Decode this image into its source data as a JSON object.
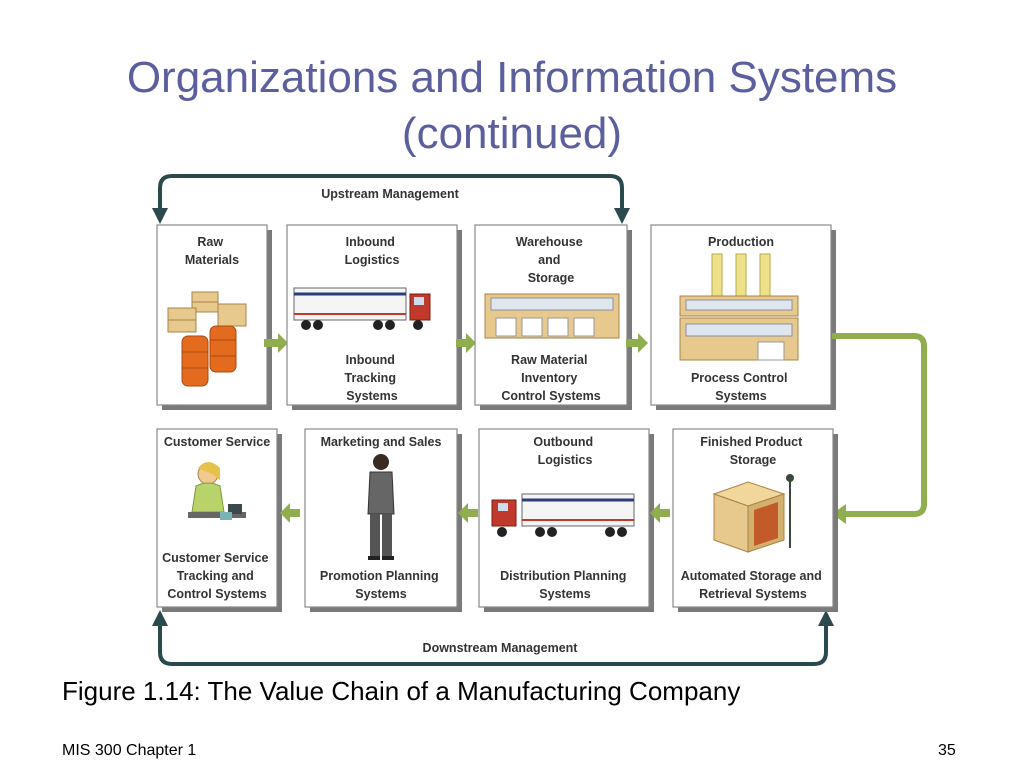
{
  "slide": {
    "title_line1": "Organizations and Information Systems",
    "title_line2": "(continued)",
    "caption": "Figure 1.14: The Value Chain of a Manufacturing Company",
    "footer_left": "MIS 300 Chapter 1",
    "page_number": "35"
  },
  "diagram": {
    "upstream_label": "Upstream Management",
    "downstream_label": "Downstream Management",
    "boxes": {
      "raw_materials": {
        "top": [
          "Raw",
          "Materials"
        ],
        "bottom": []
      },
      "inbound_logistics": {
        "top": [
          "Inbound",
          "Logistics"
        ],
        "bottom": [
          "Inbound",
          "Tracking",
          "Systems"
        ]
      },
      "warehouse": {
        "top": [
          "Warehouse",
          "and",
          "Storage"
        ],
        "bottom": [
          "Raw Material",
          "Inventory",
          "Control Systems"
        ]
      },
      "production": {
        "top": [
          "Production"
        ],
        "bottom": [
          "Process Control",
          "Systems"
        ]
      },
      "customer_service": {
        "top": [
          "Customer Service"
        ],
        "bottom": [
          "Customer Service",
          "Tracking and",
          "Control Systems"
        ]
      },
      "marketing": {
        "top": [
          "Marketing and Sales"
        ],
        "bottom": [
          "Promotion Planning",
          "Systems"
        ]
      },
      "outbound_logistics": {
        "top": [
          "Outbound",
          "Logistics"
        ],
        "bottom": [
          "Distribution Planning",
          "Systems"
        ]
      },
      "finished_storage": {
        "top": [
          "Finished Product",
          "Storage"
        ],
        "bottom": [
          "Automated Storage and",
          "Retrieval Systems"
        ]
      }
    },
    "colors": {
      "arrow_green": "#8fae4e",
      "management_arrow": "#2a4a4e",
      "title_color": "#5b5f9e"
    }
  }
}
